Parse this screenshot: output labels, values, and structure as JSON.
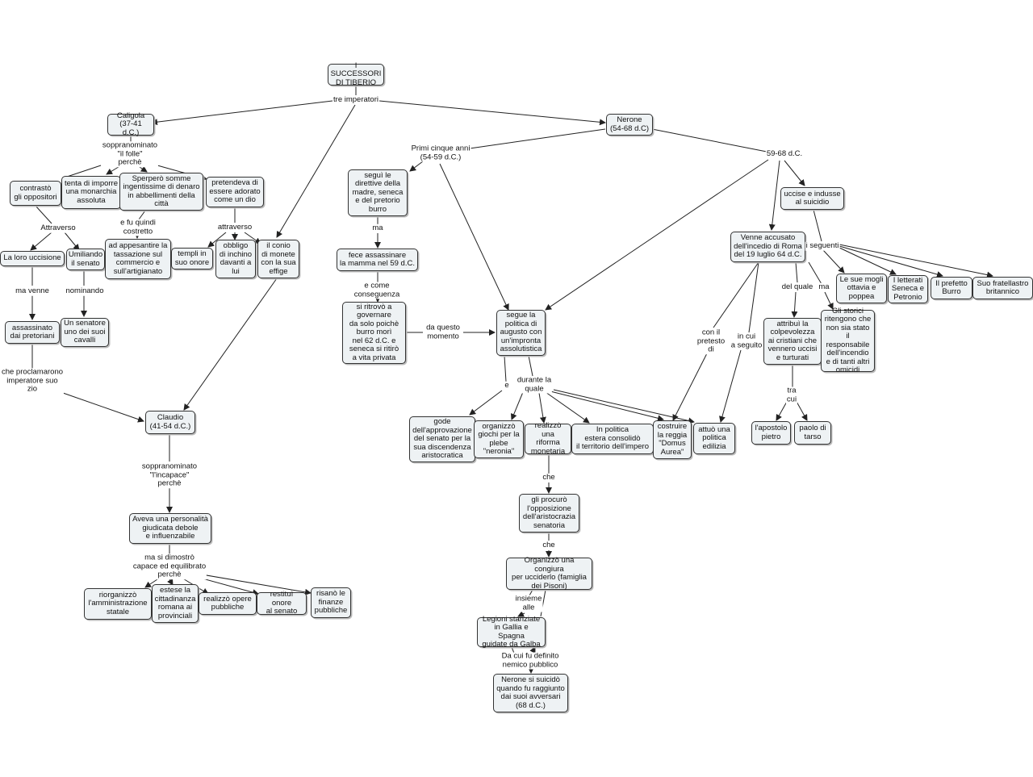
{
  "nodes": {
    "root": "I SUCCESSORI\nDI TIBERIO",
    "caligola": "Caligola\n(37-41 d.C.)",
    "nerone": "Nerone\n(54-68 d.C)",
    "contrasto": "contrastò\ngli oppositori",
    "monarchia": "tenta di imporre\nuna monarchia\nassoluta",
    "sperpero": "Sperperò somme\ningentissime di denaro\nin abbellimenti della\ncittà",
    "adorato": "pretendeva di\nessere adorato\ncome un dio",
    "uccisione": "La loro uccisione",
    "umiliando": "Umiliando\nil senato",
    "tassazione": "ad appesantire la\ntassazione sul\ncommercio e\nsull'artigianato",
    "templi": "templi in\nsuo onore",
    "inchino": "obbligo\ndi inchino\ndavanti a\nlui",
    "conio": "il conio\ndi monete\ncon la sua\neffige",
    "assassinato": "assassinato\ndai pretoriani",
    "senatore": "Un senatore\nuno dei suoi\ncavalli",
    "claudio": "Claudio\n(41-54 d.C.)",
    "personalita": "Aveva una personalità\ngiudicata debole\ne influenzabile",
    "amministrazione": "riorganizzò\nl'amministrazione\nstatale",
    "cittadinanza": "estese la\ncittadinanza\nromana ai\nprovinciali",
    "opere": "realizzò opere\npubbliche",
    "onore": "restituì onore\nal senato",
    "finanze": "risanò le\nfinanze\npubbliche",
    "direttive": "seguì le\ndirettive della\nmadre, seneca\ne del pretorio\nburro",
    "mamma": "fece assassinare\nla mamma nel 59 d.C.",
    "governare": "si ritrovò a\ngovernare\nda solo poichè\nburro morì\nnel 62 d.C. e\nseneca si ritirò\na vita privata",
    "augusto": "segue la\npolitica di\naugusto con\nun'impronta\nassolutistica",
    "gode": "gode\ndell'approvazione\ndel senato per la\nsua discendenza\naristocratica",
    "giochi": "organizzò\ngiochi per la\nplebe\n\"neronia\"",
    "riforma": "realizzò una\nriforma\nmonetaria",
    "estera": "In politica\nestera consolidò\nil territorio dell'impero",
    "reggia": "costruire\nla reggia\n\"Domus\nAurea\"",
    "edilizia": "attuò una\npolitica\nedilizia",
    "opposizione": "gli procurò\nl'opposizione\ndell'aristocrazia\nsenatoria",
    "congiura": "Organizzò una congiura\nper ucciderlo (famiglia\ndei Pisoni)",
    "legioni": "Legioni stanziate\nin Gallia e Spagna\nguidate da Galba",
    "suicidio": "Nerone si suicidò\nquando fu raggiunto\ndai suoi avversari\n(68 d.C.)",
    "uccise": "uccise e indusse\nal suicidio",
    "incendio": "Venne accusato\ndell'incedio di Roma\ndel 19 luglio 64 d.C.",
    "mogli": "Le sue mogli\nottavia e\npoppea",
    "letterati": "I letterati\nSeneca e\nPetronio",
    "prefetto": "Il prefetto\nBurro",
    "fratellastro": "Suo fratellastro\nbritannico",
    "colpevolezza": "attribuì la\ncolpevolezza\nai cristiani che\nvennero uccisi\ne turturati",
    "storici": "Gli storici\nritengono che\nnon sia stato\nil responsabile\ndell'incendio\ne di tanti altri\nomicidi",
    "pietro": "l'apostolo\npietro",
    "paolo": "paolo di\ntarso"
  },
  "links": {
    "tre_imperatori": "tre imperatori",
    "soprannominato_folle": "soppranominato\n\"il folle\"\nperchè",
    "attraverso_1": "Attraverso",
    "fu_quindi": "e fu quindi\ncostretto",
    "attraverso_2": "attraverso",
    "ma_venne": "ma venne",
    "nominando": "nominando",
    "proclamarono": "che proclamarono\nimperatore suo\nzio",
    "incapace": "soppranominato\n\"l'incapace\"\nperchè",
    "capace": "ma si dimostrò\ncapace ed equilibrato\nperchè",
    "primi_anni": "Primi cinque anni\n(54-59 d.C.)",
    "ma": "ma",
    "conseguenza": "e come\nconseguenza",
    "da_questo": "da questo\nmomento",
    "e": "e",
    "durante": "durante la\nquale",
    "che_1": "che",
    "che_2": "che",
    "insieme": "insieme\nalle",
    "nemico": "Da cui fu definito\nnemico pubblico",
    "anni_59_68": "59-68 d.C.",
    "seguenti": "i seguenti",
    "pretesto": "con il\npretesto\ndi",
    "in_cui": "in cui\na seguito",
    "del_quale": "del quale",
    "ma_2": "ma",
    "tra_cui": "tra\ncui"
  }
}
